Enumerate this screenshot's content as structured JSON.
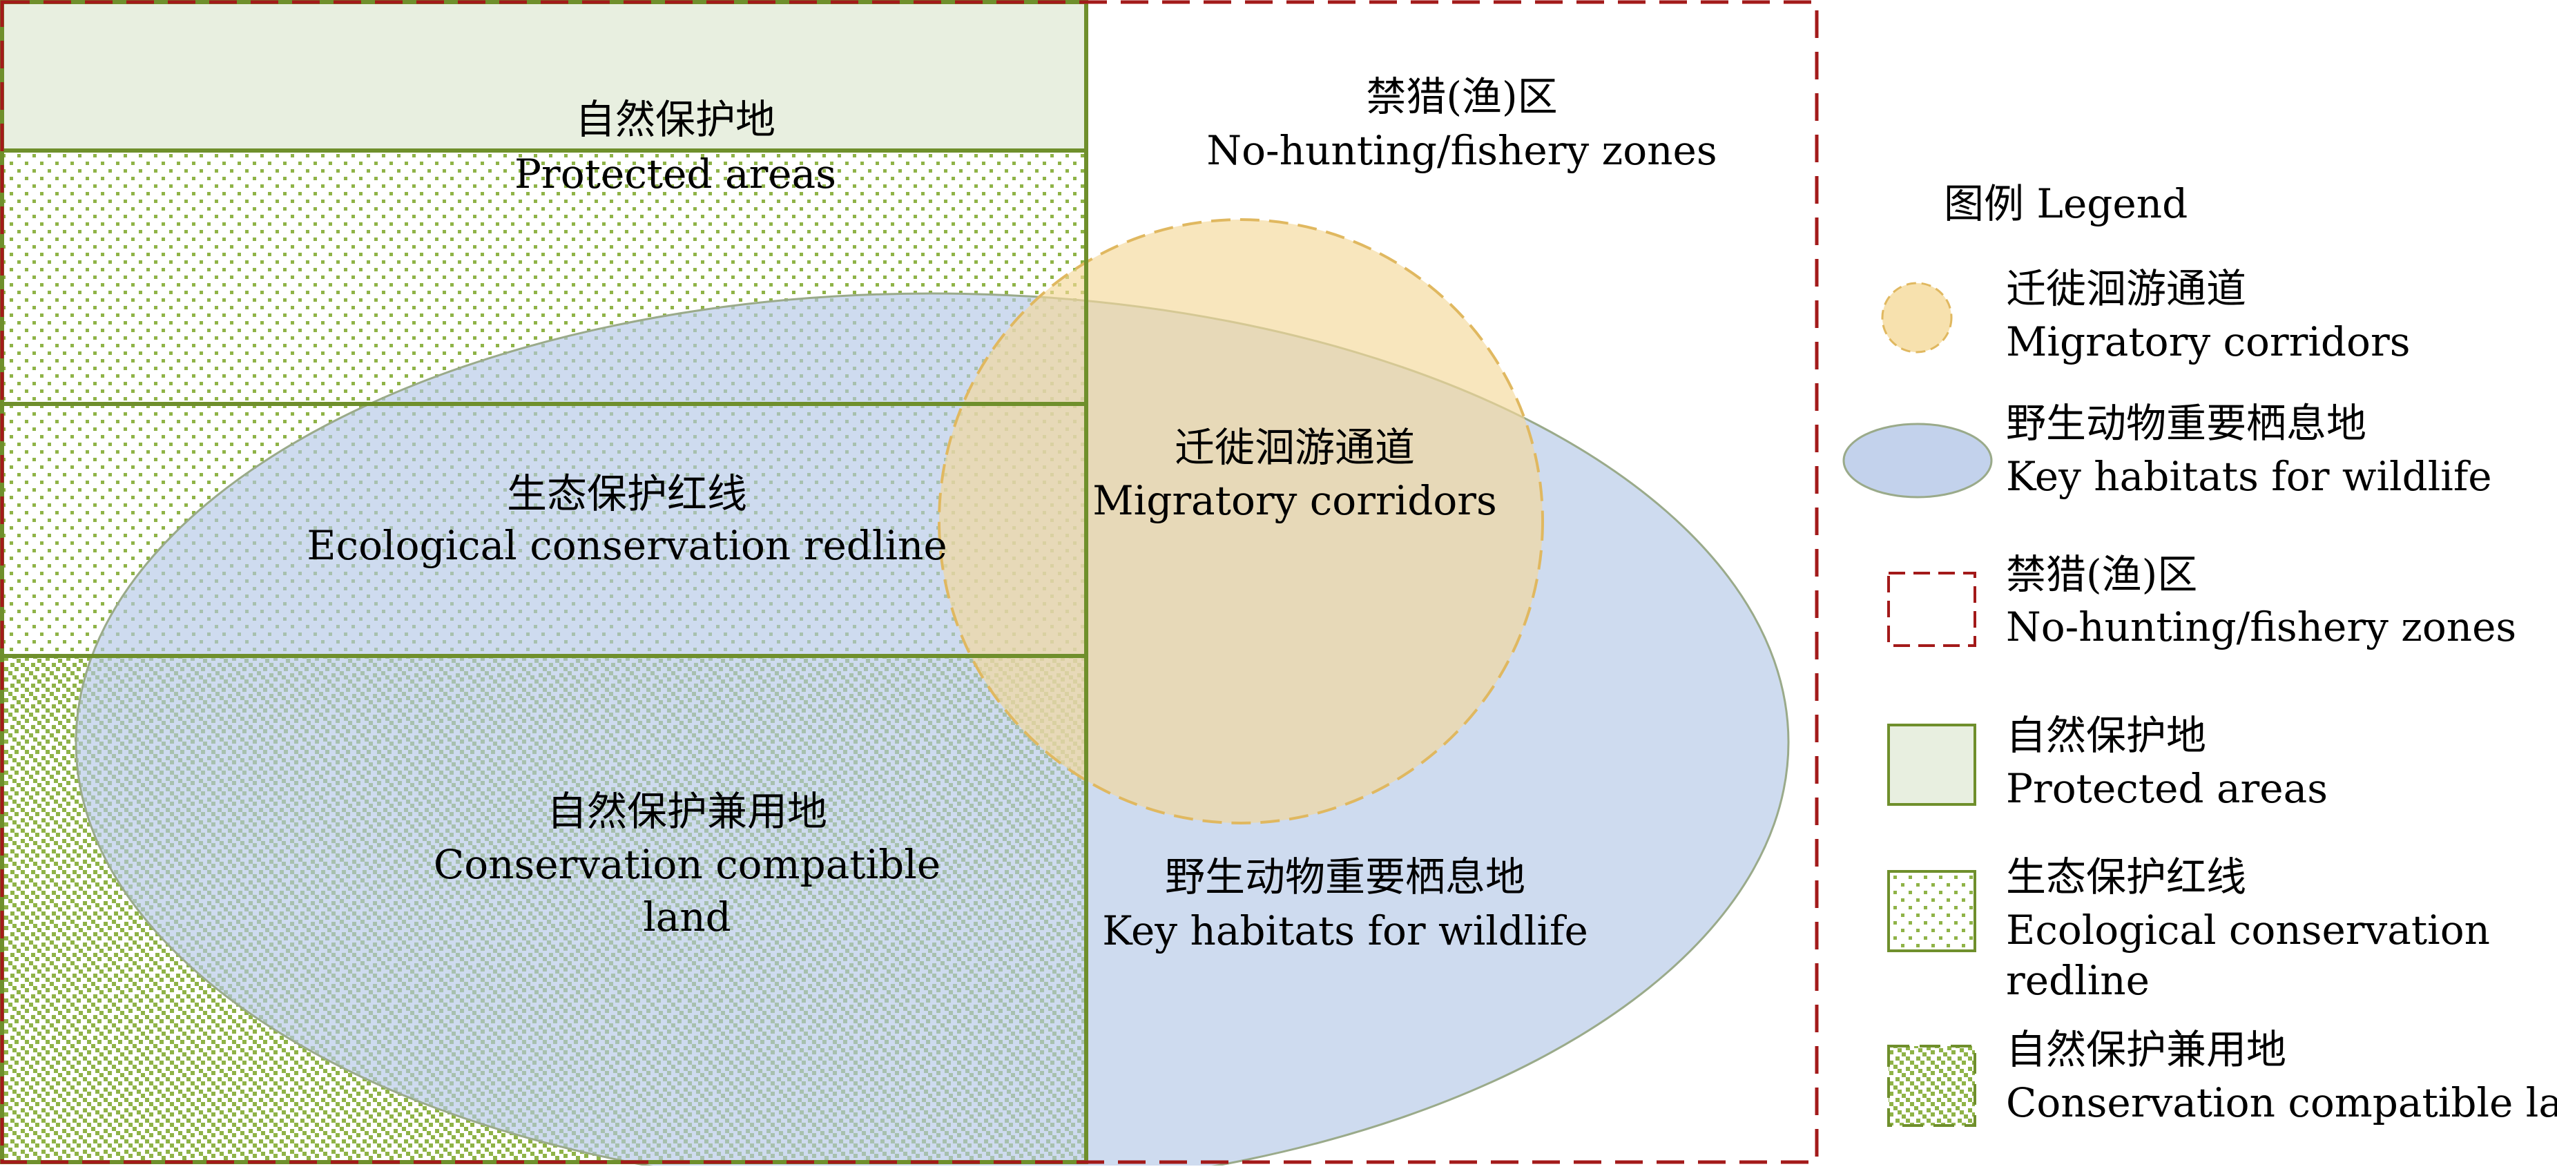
{
  "diagram": {
    "zone_labels": {
      "no_hunting": {
        "zh": "禁猎(渔)区",
        "en": "No-hunting/fishery zones"
      },
      "protected_areas": {
        "zh": "自然保护地",
        "en": "Protected areas"
      },
      "redline": {
        "zh": "生态保护红线",
        "en": "Ecological conservation redline"
      },
      "compatible": {
        "zh": "自然保护兼用地",
        "en1": "Conservation compatible",
        "en2": "land"
      },
      "migratory": {
        "zh": "迁徙洄游通道",
        "en": "Migratory corridors"
      },
      "habitats": {
        "zh": "野生动物重要栖息地",
        "en": "Key habitats for wildlife"
      }
    },
    "colors": {
      "no_hunting_border": "#a31a1a",
      "protected_fill": "#e8efe0",
      "green_border": "#6f8f2c",
      "dot_pattern": "#8fb347",
      "habitat_fill": "#b4c7e7",
      "migratory_fill": "#f5d99a",
      "migratory_border": "#e0b860"
    }
  },
  "legend": {
    "title": "图例 Legend",
    "items": [
      {
        "zh": "迁徙洄游通道",
        "en1": "Migratory corridors"
      },
      {
        "zh": "野生动物重要栖息地",
        "en1": "Key habitats for wildlife"
      },
      {
        "zh": "禁猎(渔)区",
        "en1": "No-hunting/fishery zones"
      },
      {
        "zh": "自然保护地",
        "en1": "Protected areas"
      },
      {
        "zh": "生态保护红线",
        "en1": "Ecological conservation",
        "en2": "redline"
      },
      {
        "zh": "自然保护兼用地",
        "en1": "Conservation compatible land"
      }
    ]
  }
}
